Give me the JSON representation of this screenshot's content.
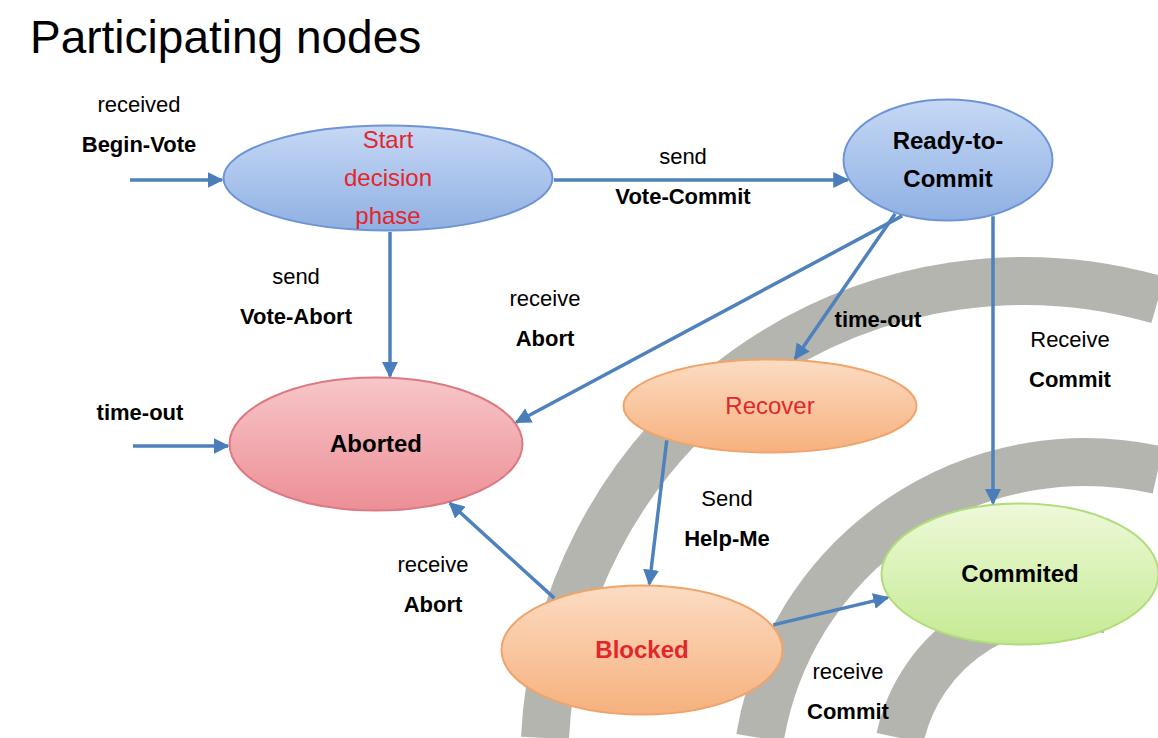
{
  "diagram": {
    "title": "Participating nodes",
    "nodes": [
      {
        "text": [
          "Start decision phase"
        ]
      },
      {
        "text": [
          "Ready-to- Commit"
        ]
      },
      {
        "text": [
          "Recover"
        ]
      },
      {
        "text": [
          "Aborted"
        ]
      },
      {
        "text": [
          "Commited"
        ]
      },
      {
        "text": [
          "Blocked"
        ]
      }
    ],
    "edges": [
      {
        "from": 0,
        "to": 1,
        "label": "send Vote-Commit",
        "arrow": "to"
      },
      {
        "from": 0,
        "to": 3,
        "label": "send Vote-Abort",
        "arrow": "to"
      },
      {
        "from": 1,
        "to": 3,
        "label": "receive Abort",
        "arrow": "to"
      },
      {
        "from": 1,
        "to": 2,
        "label": "time-out",
        "arrow": "to"
      },
      {
        "from": 1,
        "to": 4,
        "label": "Receive Commit",
        "arrow": "to"
      },
      {
        "from": 2,
        "to": 5,
        "label": "Send Help-Me",
        "arrow": "to"
      },
      {
        "from": 5,
        "to": 3,
        "label": "receive Abort",
        "arrow": "to"
      },
      {
        "from": 5,
        "to": 4,
        "label": "receive Commit",
        "arrow": "to"
      }
    ],
    "labels": [
      "received Begin-Vote",
      "time-out"
    ]
  }
}
